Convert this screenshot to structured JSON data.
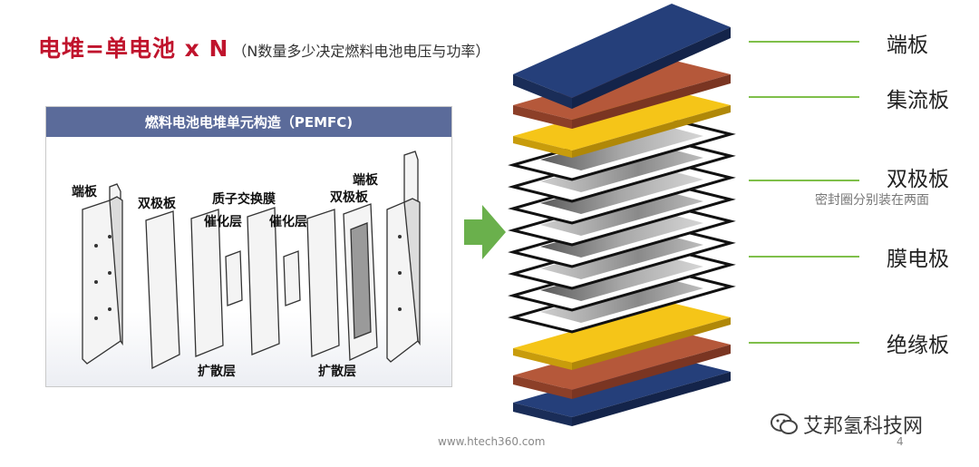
{
  "title": {
    "main": "电堆=单电池 x N",
    "sub": "（N数量多少决定燃料电池电压与功率）"
  },
  "panel": {
    "header": "燃料电池电堆单元构造（PEMFC)",
    "labels": {
      "end_plate_left": "端板",
      "bipolar_left": "双极板",
      "membrane": "质子交换膜",
      "catalyst_left": "催化层",
      "catalyst_right": "催化层",
      "end_plate_right": "端板",
      "bipolar_right": "双极板",
      "diffusion_left": "扩散层",
      "diffusion_right": "扩散层"
    }
  },
  "stack_labels": {
    "end_plate": "端板",
    "collector": "集流板",
    "bipolar": "双极板",
    "bipolar_note": "密封圈分别装在两面",
    "mea": "膜电极",
    "insulator": "绝缘板"
  },
  "footer": {
    "url": "www.htech360.com",
    "page": "4",
    "brand": "艾邦氢科技网"
  },
  "colors": {
    "title_red": "#c0142d",
    "header_blue": "#5b6b9a",
    "arrow_green": "#6ab04c",
    "line_green": "#7fbf4a",
    "end_plate": "#253f7a",
    "copper": "#b5583a",
    "gold": "#f5c518"
  }
}
